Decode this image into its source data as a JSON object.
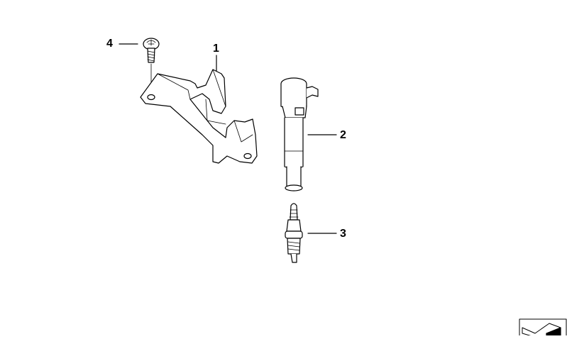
{
  "diagram": {
    "type": "exploded parts diagram",
    "callouts": [
      {
        "number": "1",
        "part": "bracket"
      },
      {
        "number": "2",
        "part": "ignition-coil"
      },
      {
        "number": "3",
        "part": "spark-plug"
      },
      {
        "number": "4",
        "part": "screw"
      }
    ],
    "corner_icon": "isometric-block-icon",
    "colors": {
      "line": "#000000",
      "background": "#ffffff"
    }
  }
}
